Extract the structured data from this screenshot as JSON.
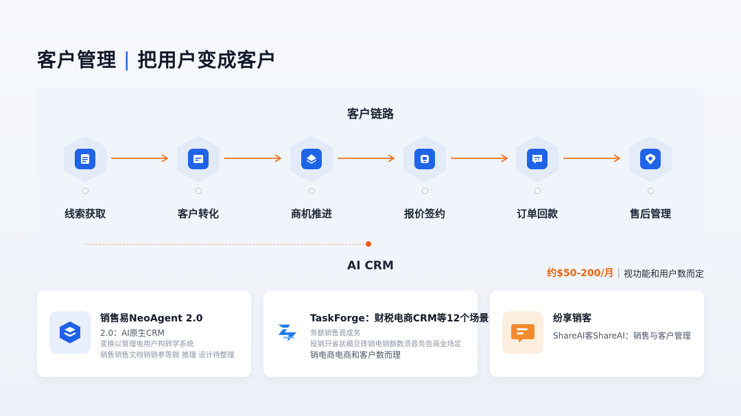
{
  "header": {
    "title_left": "客户管理",
    "title_sep": "|",
    "title_right": "把用户变成客户"
  },
  "chain": {
    "title": "客户链路",
    "steps": [
      {
        "label": "线索获取",
        "icon": "clipboard-list-icon"
      },
      {
        "label": "客户转化",
        "icon": "document-card-icon"
      },
      {
        "label": "商机推进",
        "icon": "layers-diamond-icon"
      },
      {
        "label": "报价签约",
        "icon": "monitor-contract-icon"
      },
      {
        "label": "订单回款",
        "icon": "order-chat-icon"
      },
      {
        "label": "售后管理",
        "icon": "service-shield-icon"
      }
    ],
    "arrow_color": "#f0731f",
    "icon_color": "#1f63e6"
  },
  "ai": {
    "title": "AI CRM",
    "price_amount": "约$50-200/月",
    "price_sep": "|",
    "price_note": "视功能和用户数而定"
  },
  "products": [
    {
      "name": "销售易NeoAgent 2.0",
      "line1": "2.0：AI原生CRM",
      "line2": "变换以管理电用户构转学系统",
      "line3": "销售销售文档销销参等颇 推理 设计待整理",
      "logo": "neoagent-cube-logo",
      "logo_color": "#1f63e6"
    },
    {
      "name": "TaskForge：财税电商CRM等12个场景",
      "line1": "务额销售音成务",
      "line2": "投销只省状稿旦砖销电销额数须音务告商全场定",
      "line3": "销电商电商和客户数而理",
      "logo": "taskforge-logo",
      "logo_color": "#1f7be6"
    },
    {
      "name": "纷享销客",
      "line1": "ShareAI客ShareAI：销售与客户管理",
      "logo": "fxiaoke-chat-logo",
      "logo_color": "#f28a2e"
    }
  ]
}
